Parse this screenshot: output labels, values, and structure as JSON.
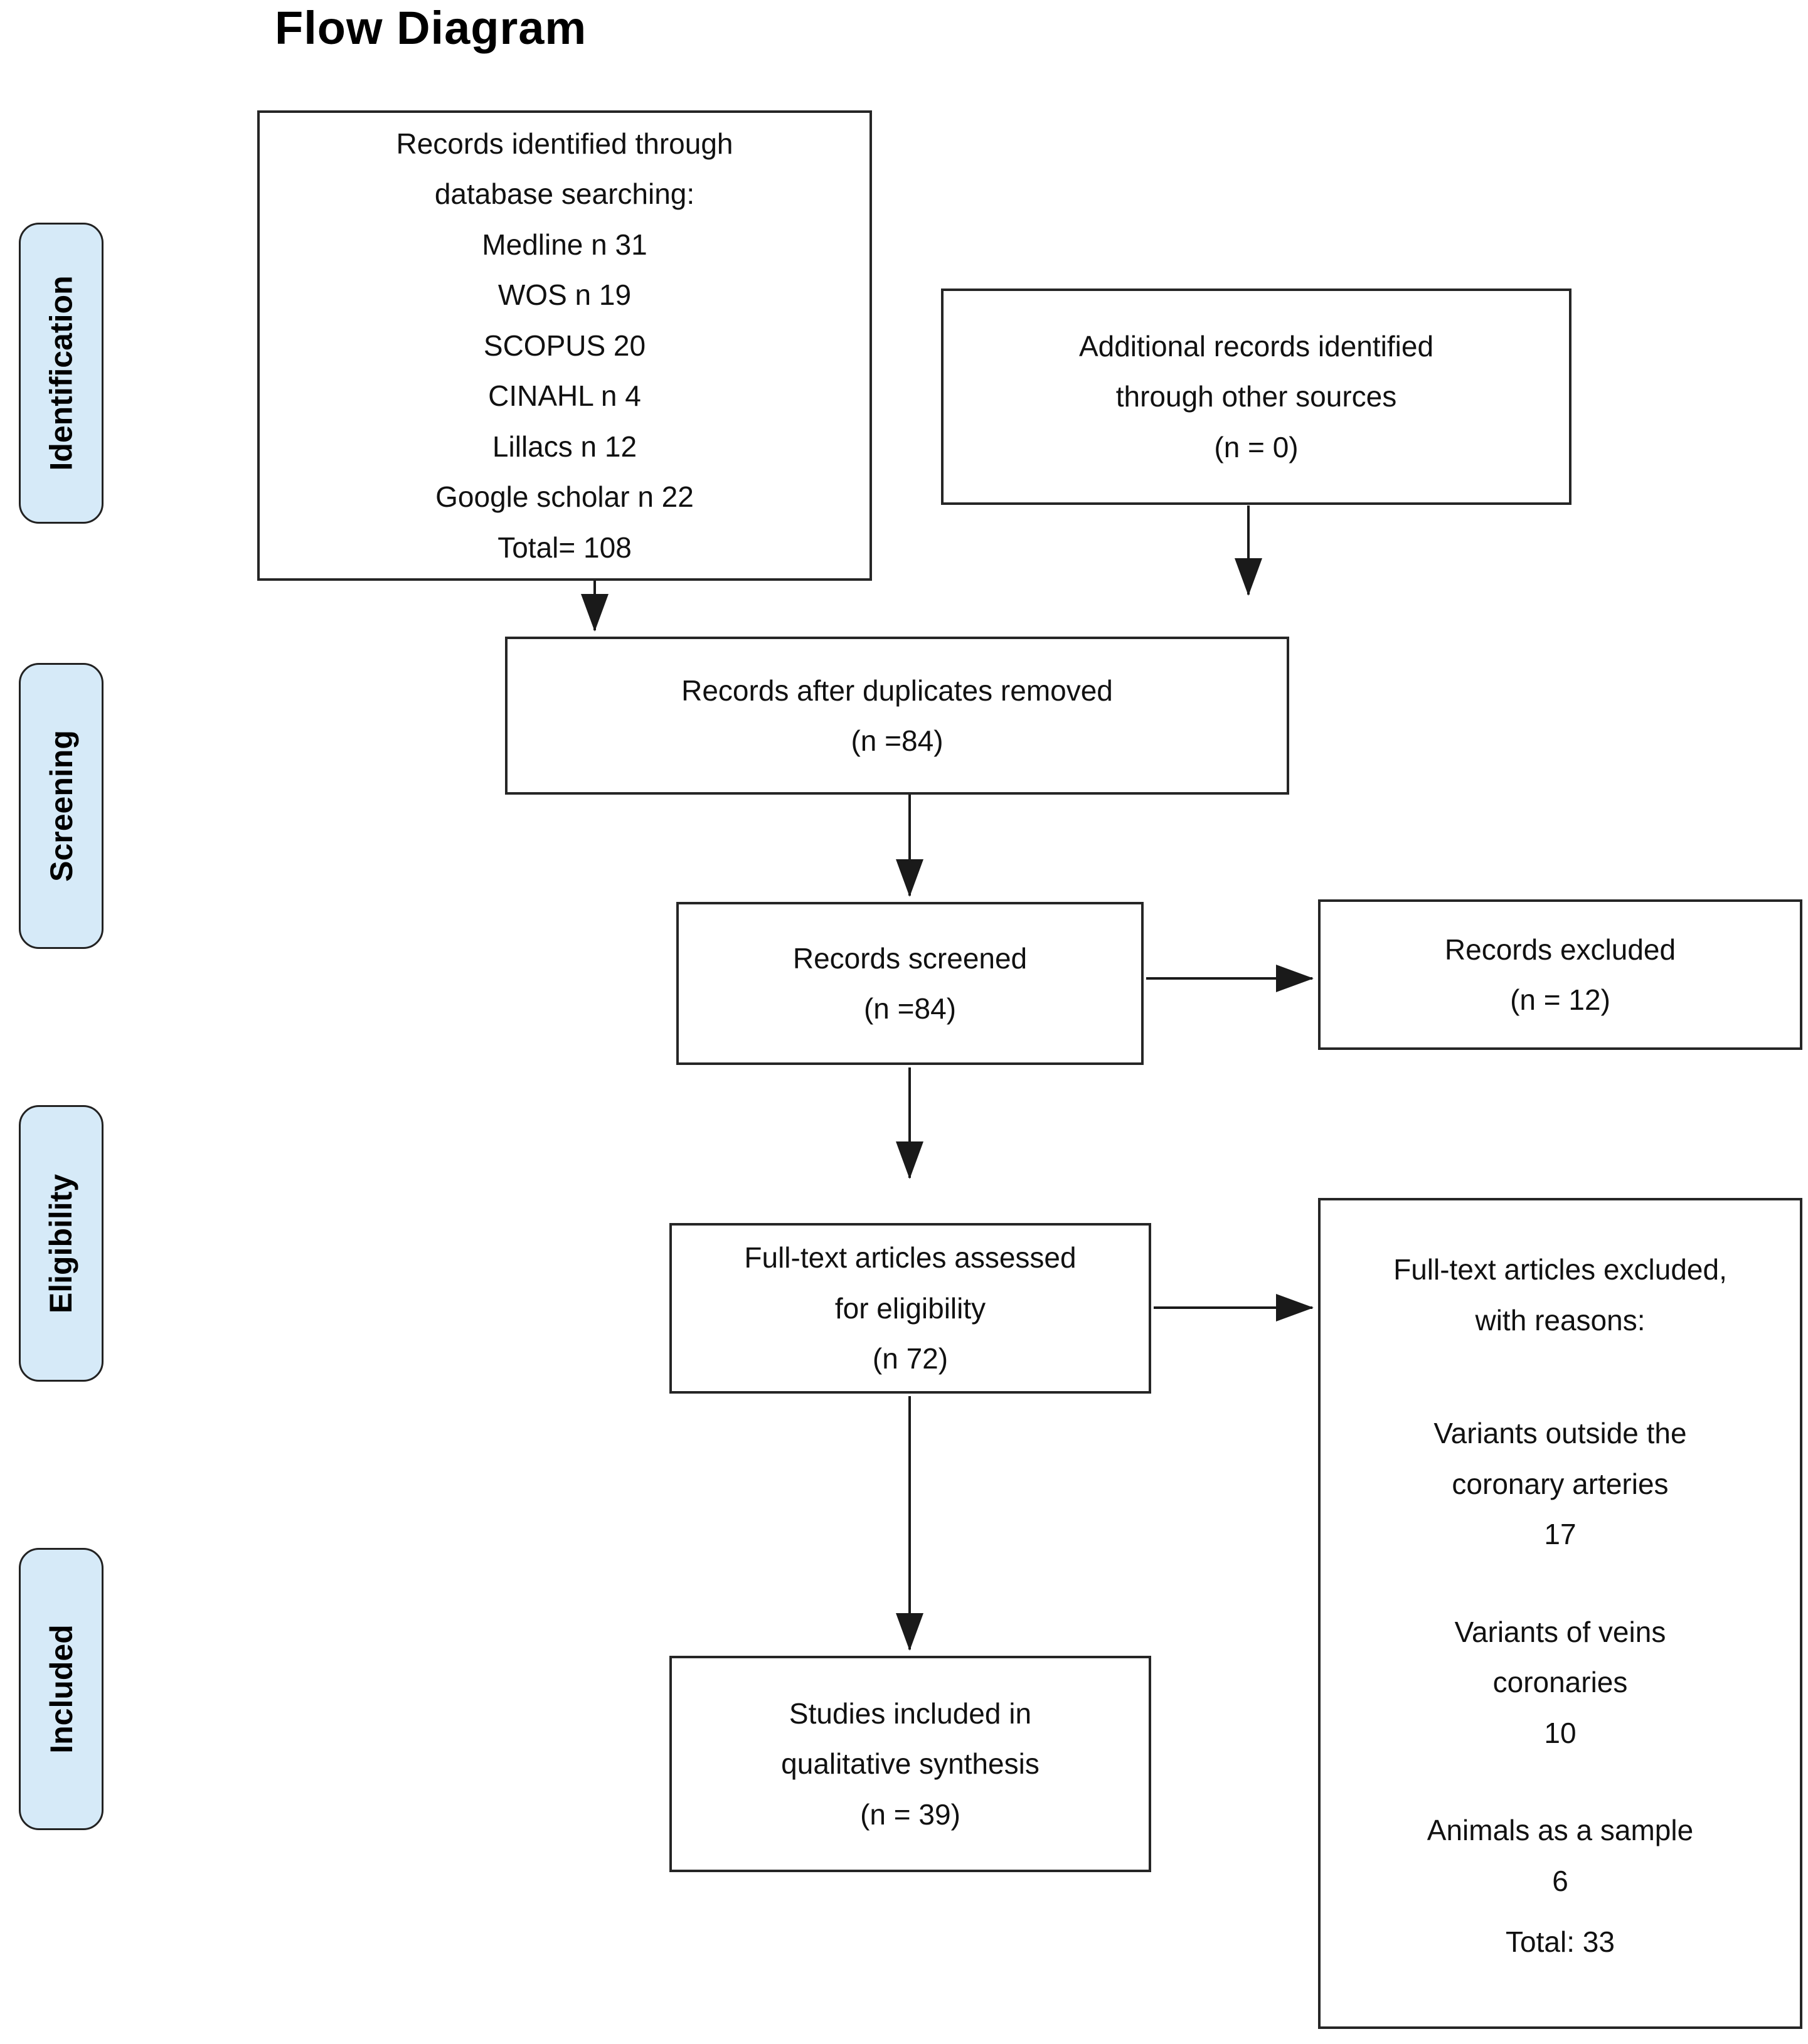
{
  "title": "Flow Diagram",
  "stages": [
    {
      "label": "Identification"
    },
    {
      "label": "Screening"
    },
    {
      "label": "Eligibility"
    },
    {
      "label": "Included"
    }
  ],
  "boxes": {
    "identified": {
      "text": "Records identified through\ndatabase searching:\nMedline n 31\nWOS n 19\nSCOPUS 20\nCINAHL n 4\nLillacs n 12\nGoogle scholar n 22\nTotal= 108"
    },
    "additional": {
      "text": "Additional records identified\nthrough other sources\n(n = 0)"
    },
    "duplicates_removed": {
      "text": "Records after duplicates removed\n(n =84)"
    },
    "screened": {
      "text": "Records screened\n(n =84)"
    },
    "records_excluded": {
      "text": "Records excluded\n(n = 12)"
    },
    "fulltext_assessed": {
      "text": "Full-text articles assessed\nfor eligibility\n(n 72)"
    },
    "studies_included": {
      "text": "Studies included in\nqualitative synthesis\n(n = 39)"
    },
    "fulltext_excluded": {
      "header": "Full-text articles excluded,\nwith reasons:",
      "reasons": [
        "Variants outside the\ncoronary arteries\n17",
        "Variants of veins\ncoronaries\n10",
        "Animals as a sample\n6"
      ],
      "total": "Total: 33"
    }
  },
  "colors": {
    "stage_fill": "#d6eaf8",
    "stage_border": "#222222",
    "box_border": "#262626",
    "line": "#1a1a1a",
    "text": "#111111",
    "background": "#ffffff"
  }
}
